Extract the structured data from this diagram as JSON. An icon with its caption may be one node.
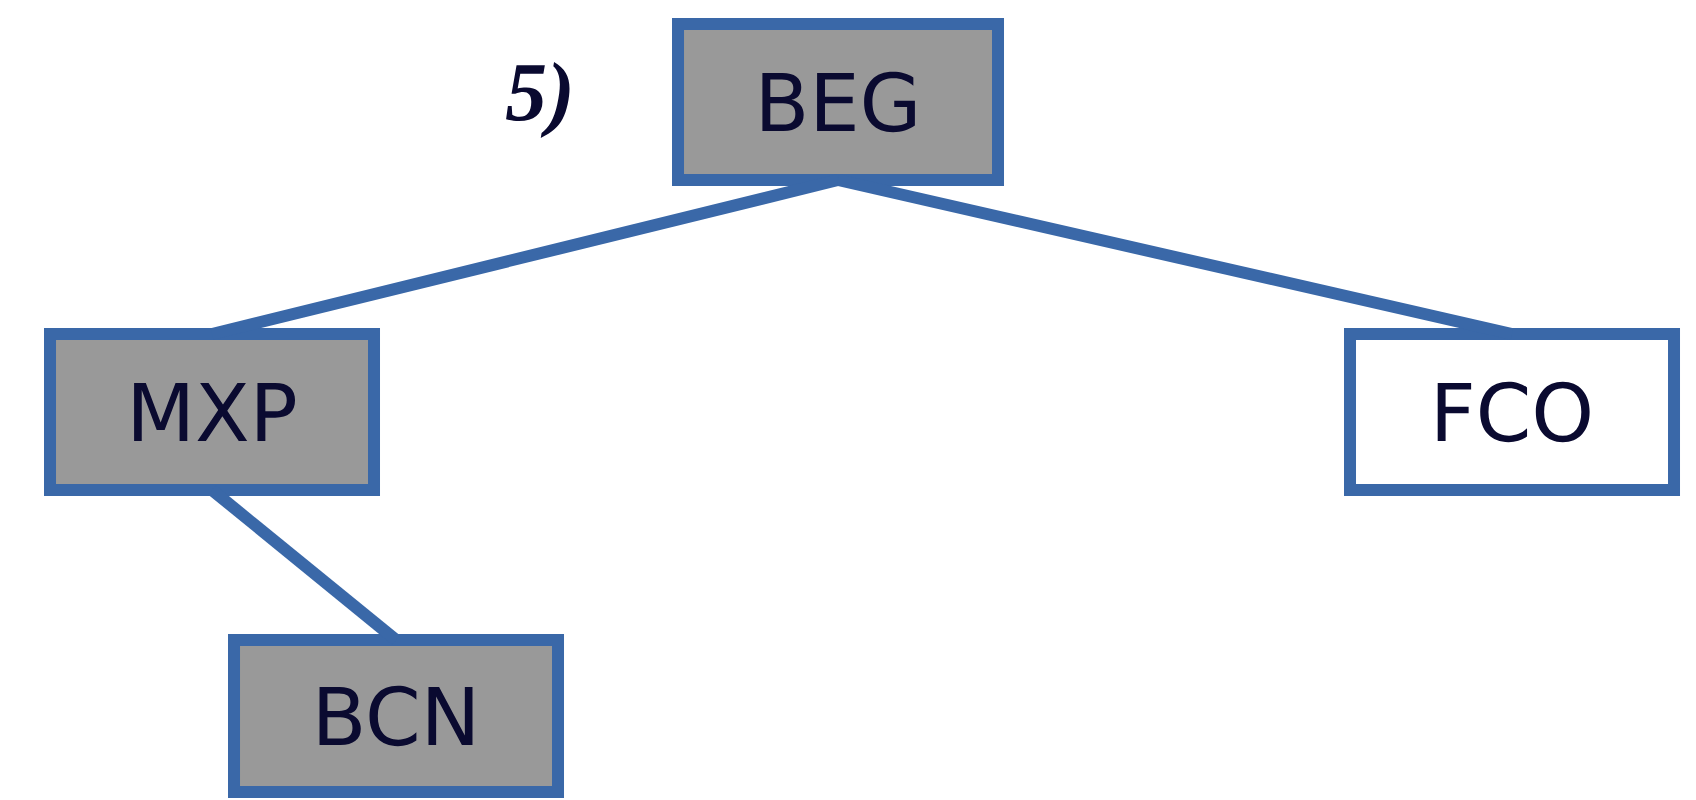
{
  "diagram": {
    "nodes": [
      {
        "text": [
          "BEG"
        ]
      },
      {
        "text": [
          "MXP"
        ]
      },
      {
        "text": [
          "FCO"
        ]
      },
      {
        "text": [
          "BCN"
        ]
      }
    ],
    "edges": [
      {
        "from": 0,
        "to": 1,
        "arrow": "none"
      },
      {
        "from": 0,
        "to": 2,
        "arrow": "none"
      },
      {
        "from": 1,
        "to": 3,
        "arrow": "none"
      }
    ],
    "labels": [
      "5)"
    ]
  }
}
